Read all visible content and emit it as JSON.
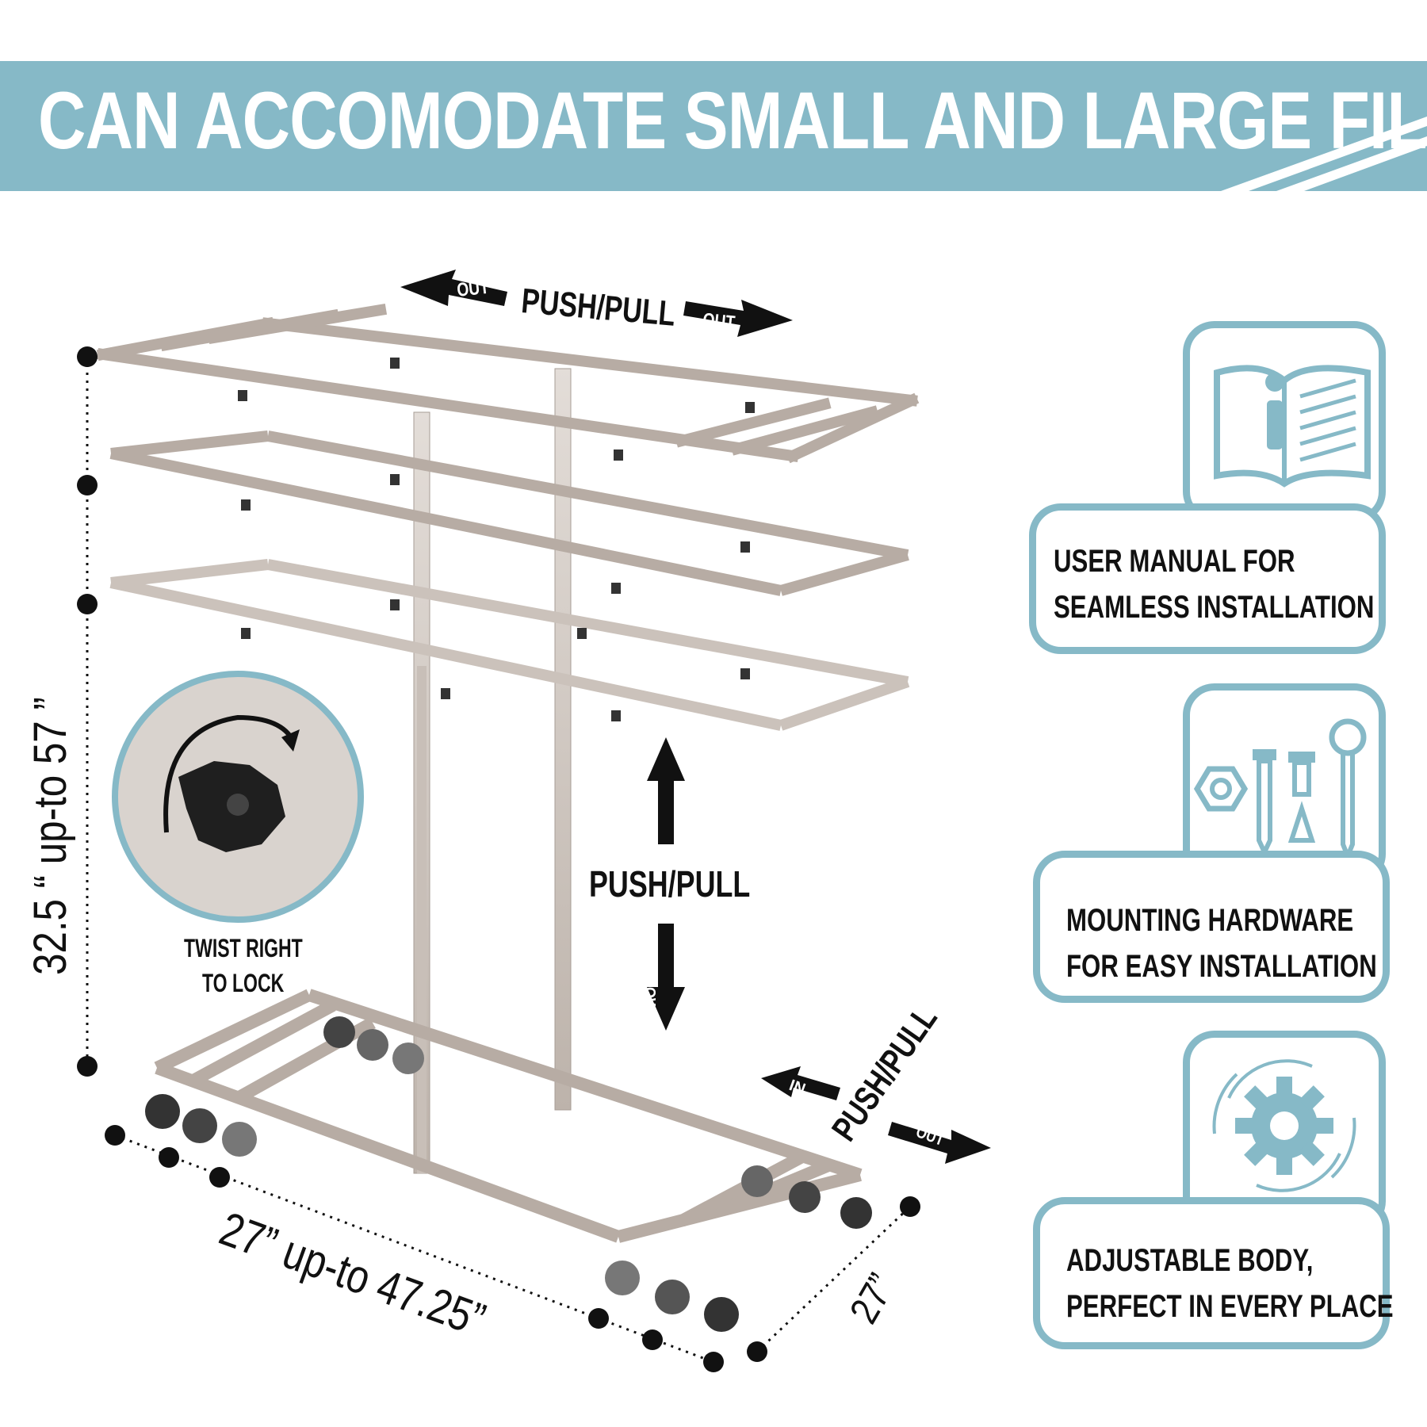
{
  "banner": {
    "title": "CAN ACCOMODATE SMALL AND LARGE FILES"
  },
  "labels": {
    "top_push_pull": "PUSH/PULL",
    "top_out_left": "OUT",
    "top_out_right": "OUT",
    "middle_push_pull": "PUSH/PULL",
    "middle_up": "UP",
    "middle_down": "DOWN",
    "base_push_pull": "PUSH/PULL",
    "base_in": "IN",
    "base_out": "OUT",
    "twist_line1": "TWIST RIGHT",
    "twist_line2": "TO LOCK"
  },
  "dimensions": {
    "height": "32.5 “  up-to  57 ”",
    "length": "27”  up-to  47.25”",
    "depth": "27”"
  },
  "features": [
    {
      "icon": "manual-info-icon",
      "line1": "USER MANUAL FOR",
      "line2": "SEAMLESS INSTALLATION"
    },
    {
      "icon": "hardware-screws-icon",
      "line1": "MOUNTING HARDWARE",
      "line2": "FOR  EASY INSTALLATION"
    },
    {
      "icon": "gear-adjust-icon",
      "line1": "ADJUSTABLE BODY,",
      "line2": "PERFECT IN EVERY PLACE"
    }
  ],
  "colors": {
    "accent": "#86b9c7",
    "frame": "#cfc6bf",
    "text": "#111111"
  }
}
